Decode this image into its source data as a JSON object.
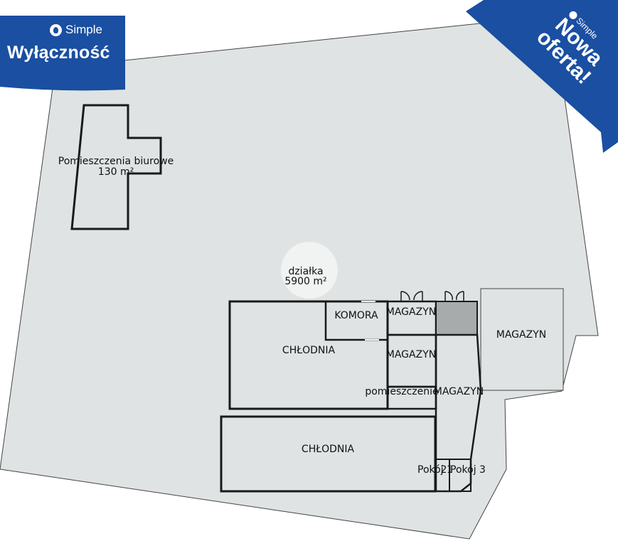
{
  "badge": {
    "brand": "Simple",
    "exclusive": "Wyłączność"
  },
  "ribbon": {
    "brand": "Simple",
    "line1": "Nowa",
    "line2": "oferta!"
  },
  "plan": {
    "office_label_1": "Pomieszczenia biurowe",
    "office_label_2": "130 m²",
    "plot_label_1": "działka",
    "plot_label_2": "5900 m²",
    "rooms": {
      "komora": "KOMORA",
      "magazyn_1": "MAGAZYN",
      "magazyn_2": "MAGAZYN",
      "magazyn_3": "MAGAZYN",
      "magazyn_4": "MAGAZYN",
      "chlodnia_1": "CHŁODNIA",
      "chlodnia_2": "CHŁODNIA",
      "pomieszczenie": "pomieszczenie",
      "pokoj_1": "Pokój 1",
      "pokoj_2": "2",
      "pokoj_3": "Pokój 3"
    }
  },
  "colors": {
    "plot_fill": "#dfe3e3",
    "wall": "#1a1a1a",
    "badge_blue": "#1a4fa1",
    "shaded_room": "#a8abab"
  }
}
